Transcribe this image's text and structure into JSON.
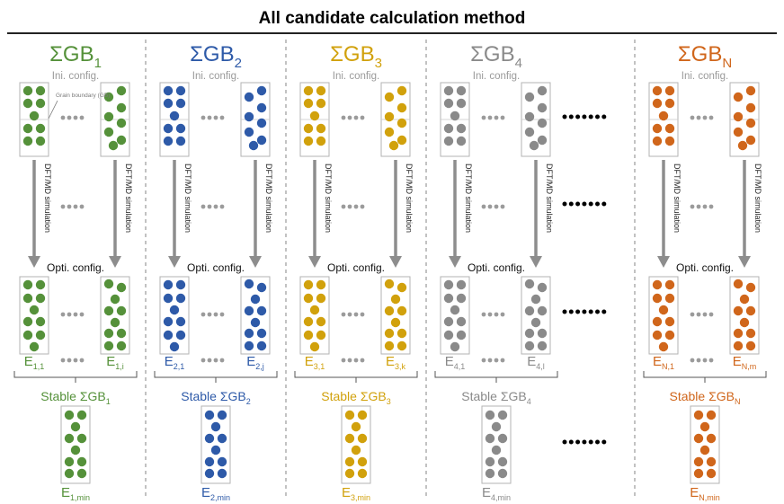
{
  "title": "All candidate calculation method",
  "annotations": {
    "ini_config": "Ini. config.",
    "grain_boundary": "Grain boundary (GB)",
    "simulation": "DFT/MD simulation",
    "opti_config": "Opti. config.",
    "stable_prefix": "Stable "
  },
  "columns": [
    {
      "id": "1",
      "label_main": "ΣGB",
      "label_sub": "1",
      "color": "#55913a",
      "e_first_main": "E",
      "e_first_sub": "1,1",
      "e_last_main": "E",
      "e_last_sub": "1,i",
      "e_min_main": "E",
      "e_min_sub": "1,min"
    },
    {
      "id": "2",
      "label_main": "ΣGB",
      "label_sub": "2",
      "color": "#2e5aa8",
      "e_first_main": "E",
      "e_first_sub": "2,1",
      "e_last_main": "E",
      "e_last_sub": "2,j",
      "e_min_main": "E",
      "e_min_sub": "2,min"
    },
    {
      "id": "3",
      "label_main": "ΣGB",
      "label_sub": "3",
      "color": "#d1a10c",
      "e_first_main": "E",
      "e_first_sub": "3,1",
      "e_last_main": "E",
      "e_last_sub": "3,k",
      "e_min_main": "E",
      "e_min_sub": "3,min"
    },
    {
      "id": "4",
      "label_main": "ΣGB",
      "label_sub": "4",
      "color": "#8a8a8a",
      "e_first_main": "E",
      "e_first_sub": "4,1",
      "e_last_main": "E",
      "e_last_sub": "4,l",
      "e_min_main": "E",
      "e_min_sub": "4,min"
    },
    {
      "id": "N",
      "label_main": "ΣGB",
      "label_sub": "N",
      "color": "#d0661b",
      "e_first_main": "E",
      "e_first_sub": "N,1",
      "e_last_main": "E",
      "e_last_sub": "N,m",
      "e_min_main": "E",
      "e_min_sub": "N,min"
    }
  ]
}
